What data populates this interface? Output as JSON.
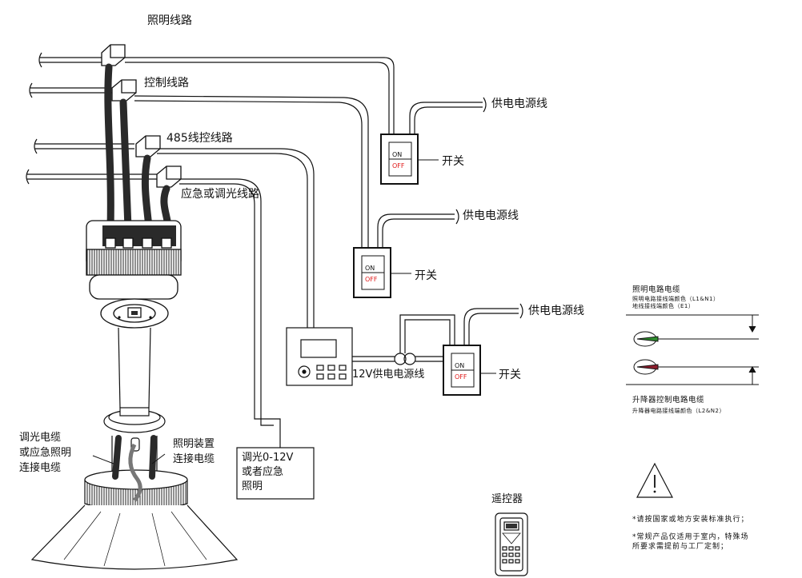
{
  "labels": {
    "lighting_line": "照明线路",
    "control_line": "控制线路",
    "rs485_line": "485线控线路",
    "emergency_dimming_line": "应急或调光线路",
    "power_cord_1": "供电电源线",
    "power_cord_2": "供电电源线",
    "power_cord_3": "供电电源线",
    "switch_1": "开关",
    "switch_2": "开关",
    "switch_3": "开关",
    "controller_power": "12V供电电源线",
    "dimming_cable": "调光电缆\n或应急照明\n连接电缆",
    "lighting_device_cable": "照明装置\n连接电缆",
    "dimming_box": "调光0-12V\n或者应急\n照明",
    "remote": "遥控器"
  },
  "switch": {
    "on": "ON",
    "off": "OFF"
  },
  "legend": {
    "lighting_title": "照明电路电缆",
    "lighting_sub1": "照明电路接线端颜色（L1&N1）",
    "lighting_sub2": "地线接线端颜色（E1）",
    "lift_title": "升降器控制电路电缆",
    "lift_sub": "升降器电路接线端颜色（L2&N2）"
  },
  "notes": {
    "note1": "*请按国家或地方安装标准执行；",
    "note2": "*常规产品仅适用于室内，特殊场\n 所要求需提前与工厂定制；"
  },
  "colors": {
    "off_text": "#e01818",
    "line": "#111111",
    "cable": "#2a2a2a"
  }
}
